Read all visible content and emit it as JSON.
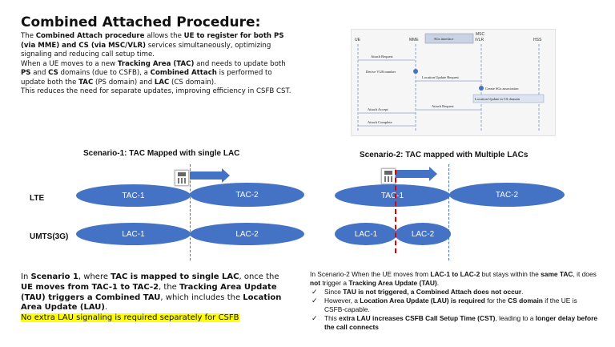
{
  "title": "Combined Attached Procedure:",
  "intro": {
    "p1": {
      "a": "The ",
      "b1": "Combined Attach procedure",
      "c": " allows the ",
      "b2": "UE to register for both PS (via MME) and CS (via MSC/VLR)",
      "d": " services simultaneously, optimizing signaling and reducing call setup time."
    },
    "p2": {
      "a": "When a UE moves to a new ",
      "b1": "Tracking Area (TAC)",
      "c": " and needs to update both ",
      "b2": "PS",
      "d": " and ",
      "b3": "CS",
      "e": " domains (due to CSFB), a ",
      "b4": "Combined Attach",
      "f": " is performed to update both the ",
      "b5": "TAC",
      "g": " (PS domain) and ",
      "b6": "LAC",
      "h": " (CS domain)."
    },
    "p3": "This reduces the need for separate updates, improving efficiency in CSFB CST."
  },
  "diagram": {
    "nodes": [
      "UE",
      "MME",
      "MSC\n/VLR",
      "HSS"
    ],
    "sgs_label": "SGs interface",
    "messages": [
      "Attach Request",
      "Derive VLR number",
      "Location Update Request",
      "Create SGs association",
      "Location Update in CS domain",
      "Attach Accept",
      "Attach Request",
      "Attach Complete"
    ]
  },
  "scenario1": {
    "title": "Scenario-1: TAC Mapped with single LAC",
    "lte_label": "LTE",
    "umts_label": "UMTS(3G)",
    "tac1": "TAC-1",
    "tac2": "TAC-2",
    "lac1": "LAC-1",
    "lac2": "LAC-2"
  },
  "scenario2": {
    "title": "Scenario-2: TAC mapped with Multiple LACs",
    "tac1": "TAC-1",
    "tac2": "TAC-2",
    "lac1": "LAC-1",
    "lac2": "LAC-2"
  },
  "s1text": {
    "a": "In ",
    "b1": "Scenario 1",
    "c": ", where ",
    "b2": "TAC is mapped to single LAC",
    "d": ", once the ",
    "b3": "UE moves from TAC-1 to TAC-2",
    "e": ", the ",
    "b4": "Tracking Area Update (TAU) triggers a Combined TAU",
    "f": ", which includes the ",
    "b5": "Location Area Update (LAU)",
    "g": ".",
    "highlight": "No extra LAU signaling is required separately for CSFB"
  },
  "s2text": {
    "intro": {
      "a": "In Scenario-2 When the UE moves from ",
      "b1": "LAC-1 to LAC-2",
      "c": " but stays within the ",
      "b2": "same TAC",
      "d": ", it does ",
      "b3": "not",
      "e": " trigger a ",
      "b4": "Tracking Area Update (TAU)",
      "f": "."
    },
    "checkmark": "✓",
    "item1": {
      "a": "Since ",
      "b1": "TAU is not triggered, a Combined Attach does not occur",
      "c": "."
    },
    "item2": {
      "a": "However, a ",
      "b1": "Location Area Update (LAU) is required",
      "c": " for the ",
      "b2": "CS domain",
      "d": " if the UE is CSFB-capable."
    },
    "item3": {
      "a": "This ",
      "b1": "extra LAU increases CSFB Call Setup Time (CST)",
      "c": ", leading to a ",
      "b2": "longer delay before the call connects"
    }
  },
  "colors": {
    "ellipse_blue": "#4472c4",
    "red_dashed": "#e00000",
    "highlight": "#ffff00"
  },
  "icons": [
    "mobile-phone-icon",
    "right-arrow-icon",
    "checkmark-icon"
  ]
}
